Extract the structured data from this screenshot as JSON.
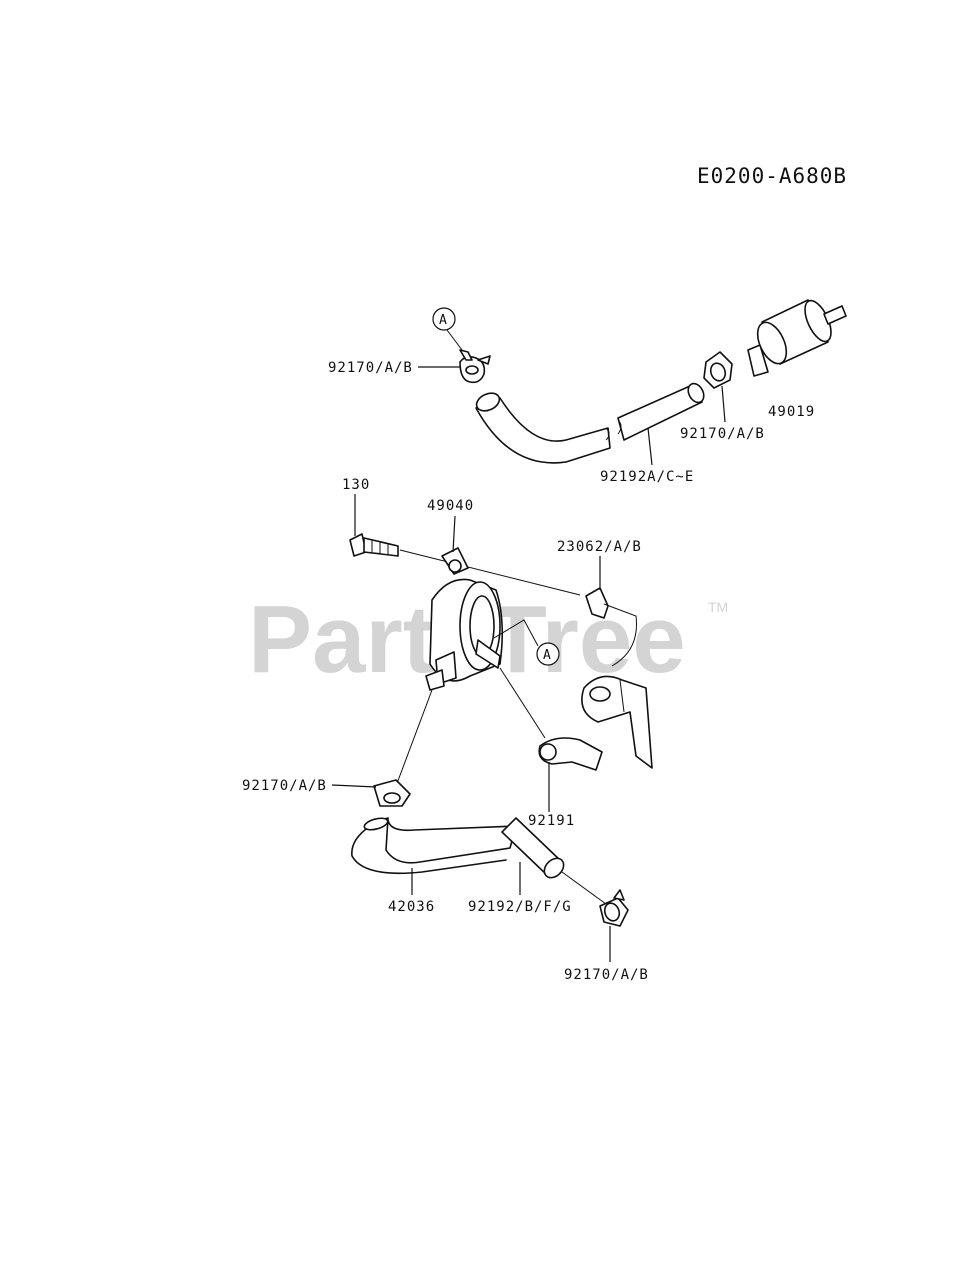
{
  "diagram_code": "E0200-A680B",
  "watermark": {
    "text": "PartsTree",
    "tm": "TM"
  },
  "callout_ref": "A",
  "labels": {
    "clamp_top_left": "92170/A/B",
    "filter": "49019",
    "clamp_top_right": "92170/A/B",
    "hose_top": "92192A/C~E",
    "bolt": "130",
    "pump": "49040",
    "bracket": "23062/A/B",
    "clamp_mid_left": "92170/A/B",
    "hose_short": "92191",
    "pipe": "42036",
    "hose_bottom": "92192/B/F/G",
    "clamp_bottom": "92170/A/B"
  }
}
